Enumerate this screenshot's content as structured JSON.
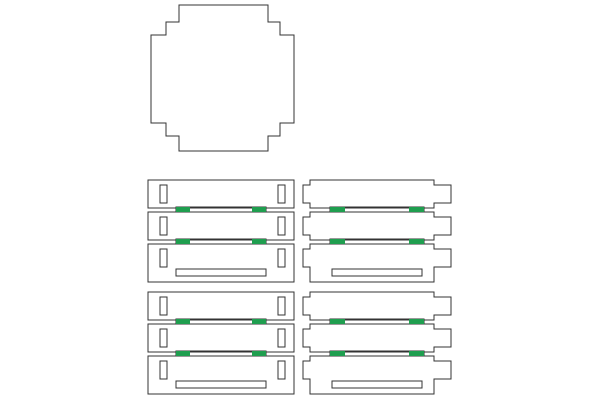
{
  "drawing": {
    "panels": [
      {
        "kind": "cross-plate"
      },
      {
        "kind": "left-stack"
      },
      {
        "kind": "right-stack"
      },
      {
        "kind": "left-stack"
      },
      {
        "kind": "right-stack"
      }
    ]
  },
  "colors": {
    "background": "#ffffff",
    "stroke": "#333333",
    "joint": "#1f9e4f"
  }
}
